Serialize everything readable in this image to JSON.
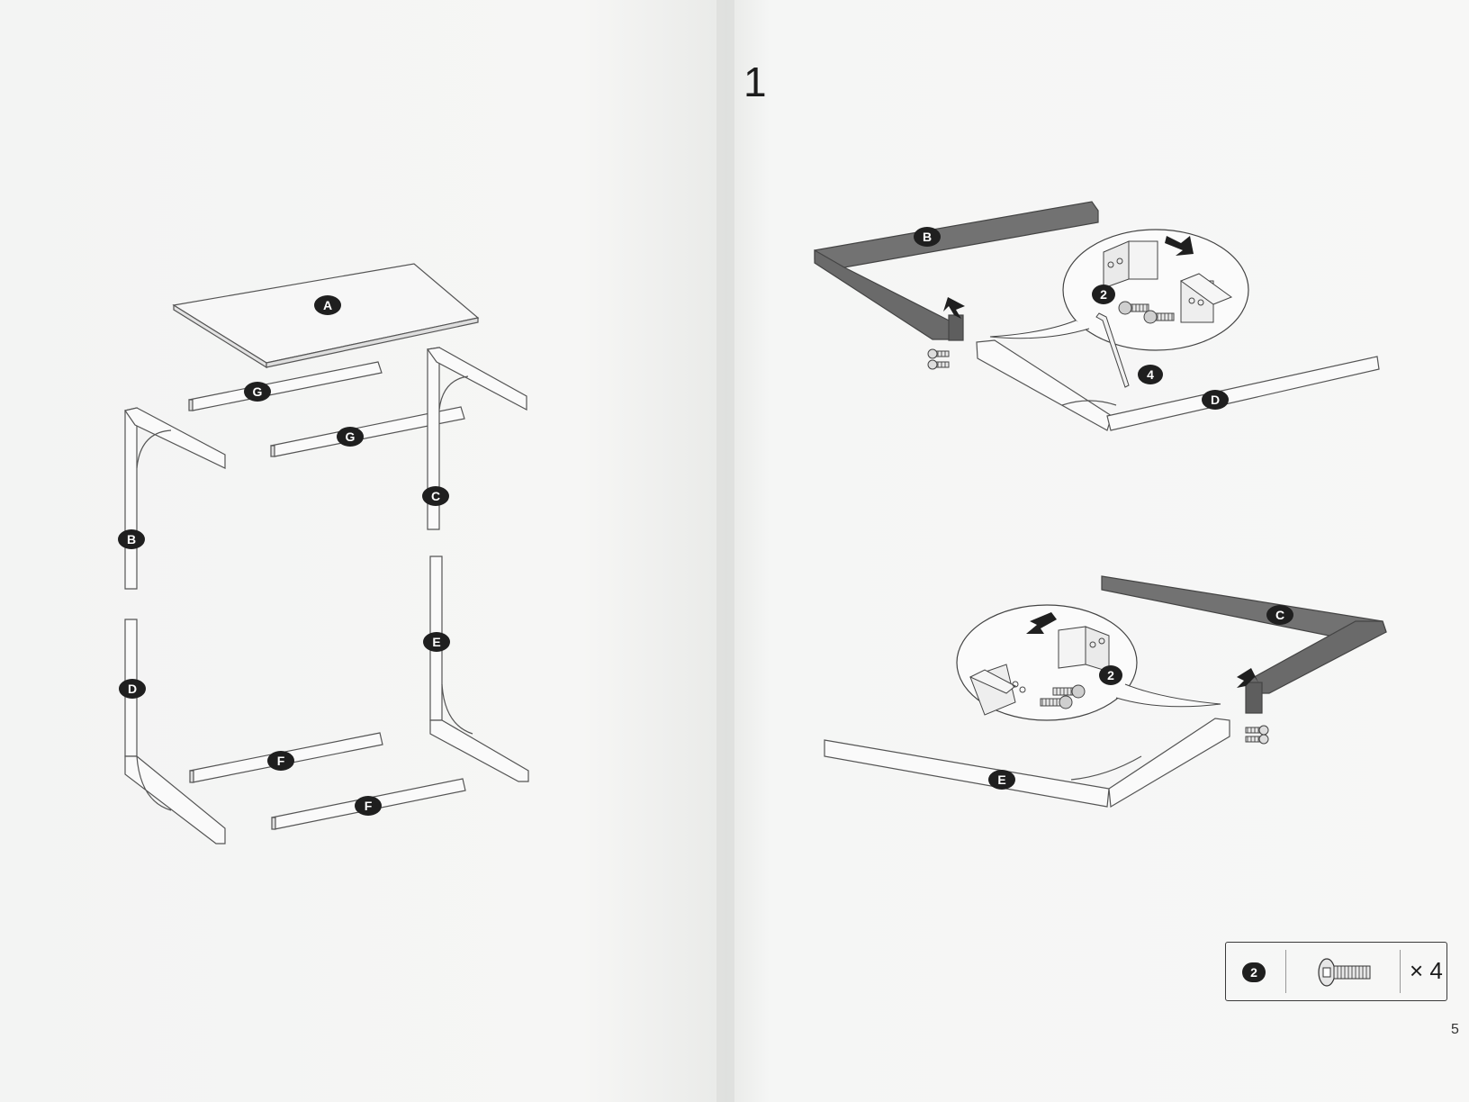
{
  "step": {
    "number": "1"
  },
  "page_number": "5",
  "left_page": {
    "part_labels": {
      "a": "A",
      "g_upper": "G",
      "g_lower": "G",
      "b": "B",
      "c": "C",
      "d": "D",
      "e": "E",
      "f_upper": "F",
      "f_lower": "F"
    }
  },
  "right_page": {
    "top_assembly": {
      "part_b": "B",
      "part_d": "D",
      "screw": "2",
      "wrench": "4"
    },
    "bottom_assembly": {
      "part_c": "C",
      "part_e": "E",
      "screw": "2"
    }
  },
  "hardware_box": {
    "id": "2",
    "quantity": "× 4",
    "icon": "screw-icon"
  },
  "colors": {
    "badge": "#1f1f1f",
    "dark_part": "#6f6f6f",
    "paper": "#f4f5f4"
  }
}
